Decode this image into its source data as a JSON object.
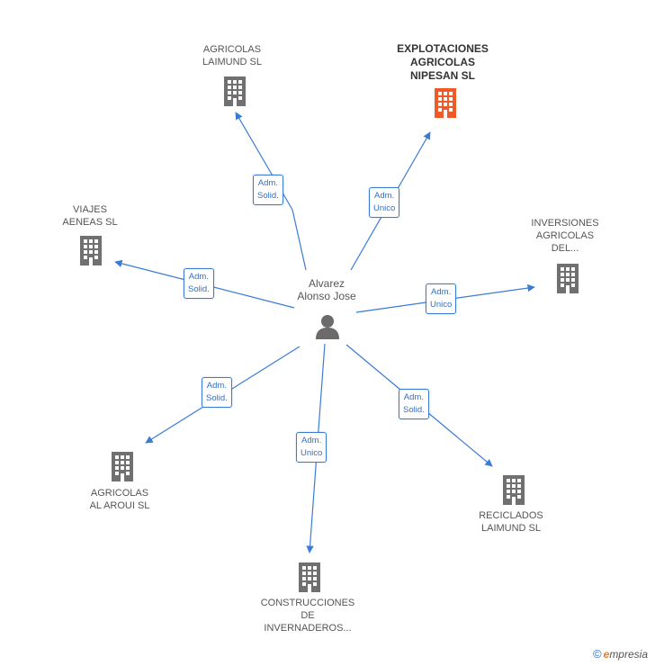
{
  "center": {
    "name": "Alvarez\nAlonso Jose"
  },
  "nodes": [
    {
      "id": "agricolas-laimund",
      "label": "AGRICOLAS\nLAIMUND SL",
      "highlight": false,
      "role": "Adm.\nSolid."
    },
    {
      "id": "explotaciones-nipesan",
      "label": "EXPLOTACIONES\nAGRICOLAS\nNIPESAN SL",
      "highlight": true,
      "role": "Adm.\nUnico"
    },
    {
      "id": "viajes-aeneas",
      "label": "VIAJES\nAENEAS SL",
      "highlight": false,
      "role": "Adm.\nSolid."
    },
    {
      "id": "inversiones-agricolas",
      "label": "INVERSIONES\nAGRICOLAS\nDEL...",
      "highlight": false,
      "role": "Adm.\nUnico"
    },
    {
      "id": "agricolas-al-aroui",
      "label": "AGRICOLAS\nAL AROUI SL",
      "highlight": false,
      "role": "Adm.\nSolid."
    },
    {
      "id": "construcciones-invernaderos",
      "label": "CONSTRUCCIONES\nDE\nINVERNADEROS...",
      "highlight": false,
      "role": "Adm.\nUnico"
    },
    {
      "id": "reciclados-laimund",
      "label": "RECICLADOS\nLAIMUND SL",
      "highlight": false,
      "role": "Adm.\nSolid."
    }
  ],
  "colors": {
    "edge": "#3a7bd5",
    "building": "#707070",
    "building_highlight": "#f05a28",
    "person": "#6b6b6b"
  },
  "footer": {
    "copyright": "©",
    "brand_e": "e",
    "brand_rest": "mpresia"
  }
}
